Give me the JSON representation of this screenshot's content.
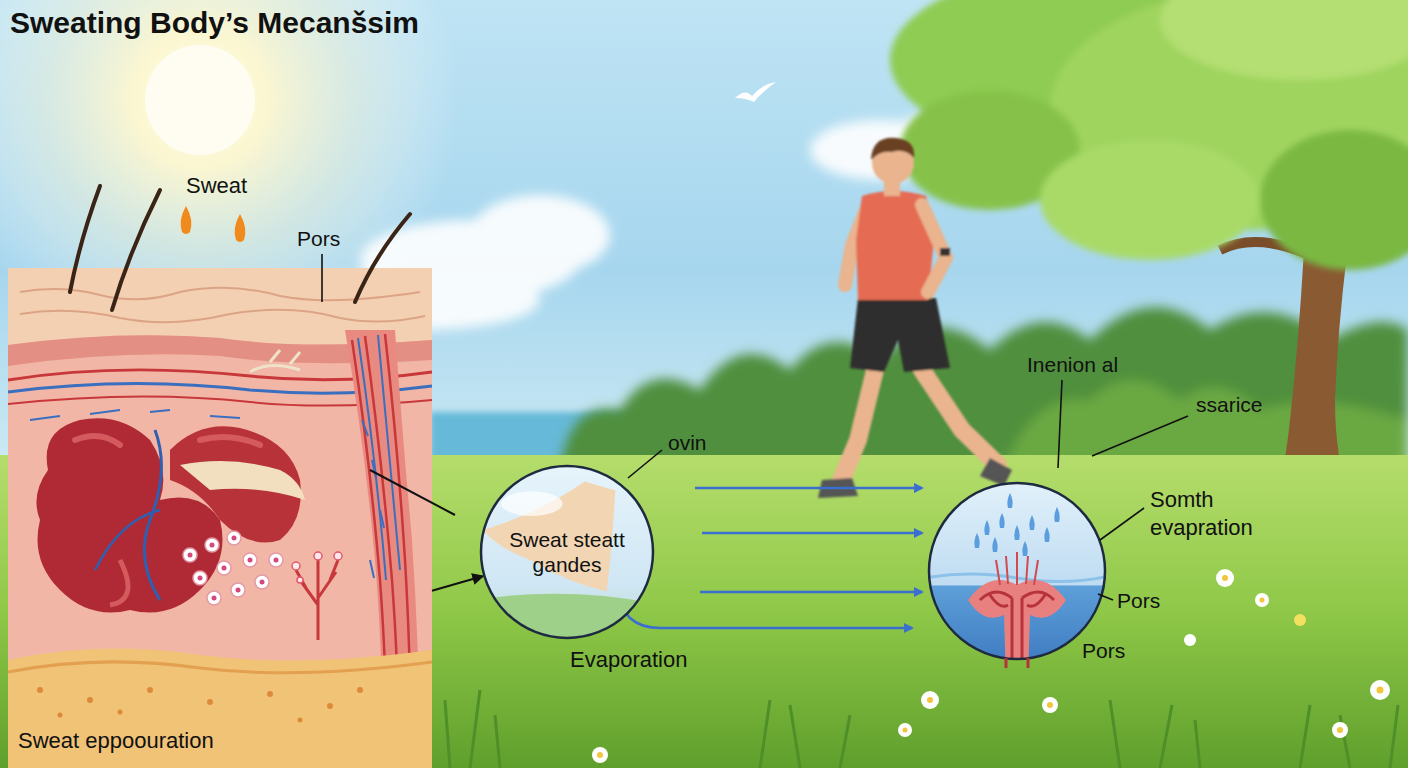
{
  "diagram": {
    "title": "Sweating Body’s Mecanšsim",
    "nodes": [
      {
        "text": [
          "Sweat eppoouration"
        ]
      },
      {
        "text": [
          "Sweat steatt gandes"
        ]
      }
    ],
    "edges": [
      {
        "from": 0,
        "to": 1,
        "arrow": "to"
      }
    ],
    "labels": [
      "Sweat",
      "Pors",
      "ovin",
      "Evaporation",
      "Inenion al",
      "ssarice",
      "Somth evapration",
      "Pors",
      "Pors"
    ]
  }
}
